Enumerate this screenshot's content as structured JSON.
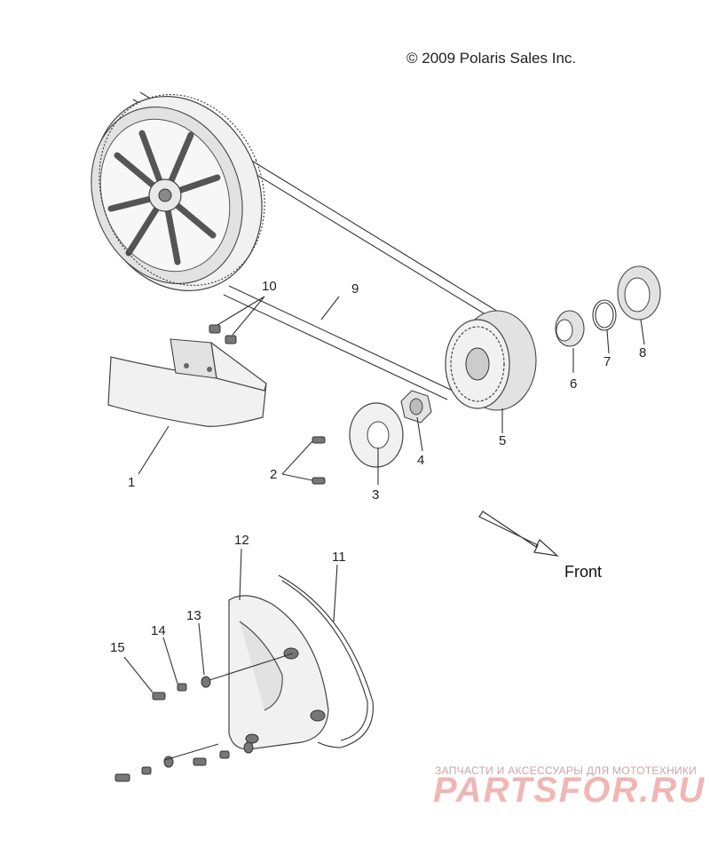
{
  "copyright": "© 2009 Polaris Sales Inc.",
  "front_label": "Front",
  "callouts": {
    "c1": "1",
    "c2": "2",
    "c3": "3",
    "c4": "4",
    "c5": "5",
    "c6": "6",
    "c7": "7",
    "c8": "8",
    "c9": "9",
    "c10": "10",
    "c11": "11",
    "c12": "12",
    "c13": "13",
    "c14": "14",
    "c15": "15"
  },
  "watermark": {
    "tagline": "ЗАПЧАСТИ И АКСЕССУАРЫ ДЛЯ МОТОТЕХНИКИ",
    "logo": "PARTSFOR.RU"
  }
}
